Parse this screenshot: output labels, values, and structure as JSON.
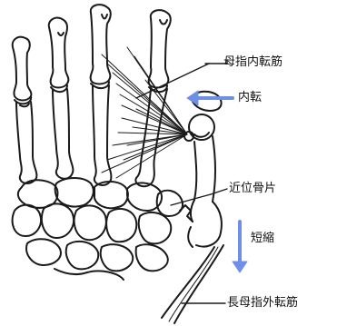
{
  "labels": {
    "adductor_pollicis": "母指内転筋",
    "adduction": "内転",
    "proximal_fragment": "近位骨片",
    "shortening": "短縮",
    "abductor_pollicis_longus": "長母指外転筋"
  },
  "colors": {
    "line": "#1a1a1a",
    "arrow": "#6f8ee8",
    "background": "#ffffff"
  }
}
